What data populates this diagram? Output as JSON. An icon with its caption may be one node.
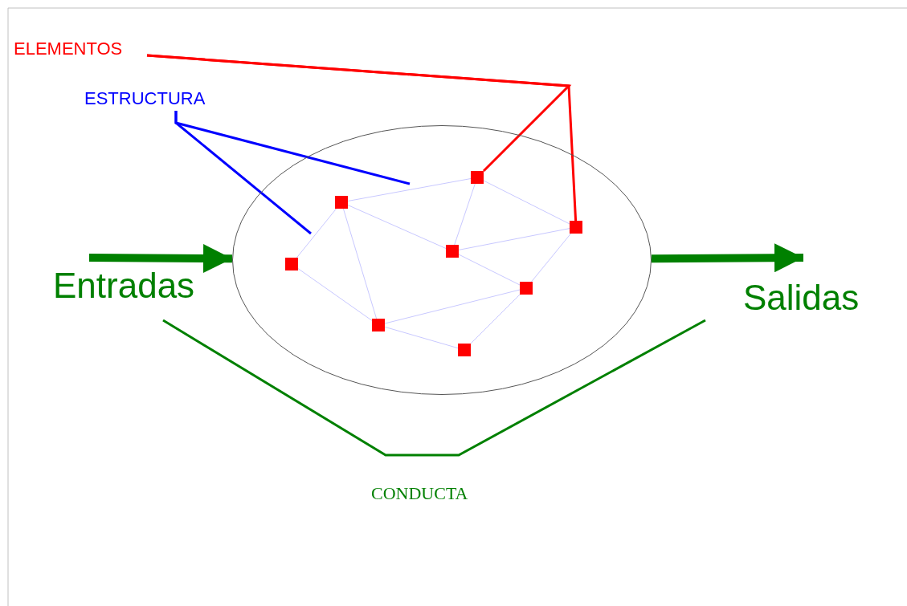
{
  "diagram": {
    "nodes": [
      {
        "text": [
          "ELEMENTOS"
        ]
      },
      {
        "text": [
          "ESTRUCTURA"
        ]
      },
      {
        "text": [],
        "shape": "ellipse"
      },
      {
        "text": [],
        "shape": "box",
        "in": 2
      },
      {
        "text": [],
        "shape": "box",
        "in": 2
      },
      {
        "text": [],
        "shape": "box",
        "in": 2
      },
      {
        "text": [],
        "shape": "box",
        "in": 2
      },
      {
        "text": [],
        "shape": "box",
        "in": 2
      },
      {
        "text": [],
        "shape": "box",
        "in": 2
      },
      {
        "text": [],
        "shape": "box",
        "in": 2
      },
      {
        "text": [],
        "shape": "box",
        "in": 2
      },
      {
        "text": [
          "Entradas"
        ]
      },
      {
        "text": [
          "Salidas"
        ]
      }
    ],
    "edges": [
      {
        "from": 0,
        "to": 3,
        "arrow": "none",
        "color": "#ff0000",
        "style": "thick"
      },
      {
        "from": 0,
        "to": 5,
        "arrow": "none",
        "color": "#ff0000",
        "style": "thick"
      },
      {
        "from": 1,
        "to": null,
        "arrow": "none",
        "color": "#0000ff",
        "style": "thick"
      },
      {
        "from": 1,
        "to": null,
        "arrow": "none",
        "color": "#0000ff",
        "style": "thick"
      },
      {
        "from": 7,
        "to": 4,
        "arrow": "none"
      },
      {
        "from": 7,
        "to": 9,
        "arrow": "none"
      },
      {
        "from": 4,
        "to": 3,
        "arrow": "none"
      },
      {
        "from": 4,
        "to": 6,
        "arrow": "none"
      },
      {
        "from": 4,
        "to": 9,
        "arrow": "none"
      },
      {
        "from": 3,
        "to": 6,
        "arrow": "none"
      },
      {
        "from": 3,
        "to": 5,
        "arrow": "none"
      },
      {
        "from": 6,
        "to": 5,
        "arrow": "none"
      },
      {
        "from": 6,
        "to": 8,
        "arrow": "none"
      },
      {
        "from": 5,
        "to": 8,
        "arrow": "none"
      },
      {
        "from": 8,
        "to": 9,
        "arrow": "none"
      },
      {
        "from": 9,
        "to": 10,
        "arrow": "none"
      },
      {
        "from": 10,
        "to": 8,
        "arrow": "none"
      },
      {
        "from": 11,
        "to": 2,
        "arrow": "to",
        "color": "#008000",
        "style": "thick"
      },
      {
        "from": 2,
        "to": 12,
        "arrow": "to",
        "color": "#008000",
        "style": "thick"
      }
    ],
    "labels": [
      "CONDUCTA"
    ]
  }
}
